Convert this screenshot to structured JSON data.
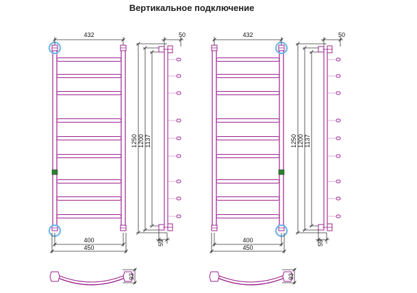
{
  "title": "Вертикальное подключение",
  "colors": {
    "frame": "#9b1f8e",
    "frame_light": "#cf7fc6",
    "connection_ring": "#6eb6ea",
    "line": "#333333",
    "marker": "#2e7d32"
  },
  "views": [
    {
      "id": "left",
      "connection_side": "left",
      "dimensions": {
        "top_width": "432",
        "side_depth": "50",
        "height_total": "1250",
        "height_mid": "1200",
        "height_inner": "1137",
        "bottom_axis": "400",
        "bottom_total": "450",
        "bottom_offset": "59",
        "plan_depth": "93"
      }
    },
    {
      "id": "right",
      "connection_side": "right",
      "dimensions": {
        "top_width": "432",
        "side_depth": "50",
        "height_total": "1250",
        "height_mid": "1200",
        "height_inner": "1137",
        "bottom_axis": "400",
        "bottom_total": "450",
        "bottom_offset": "59",
        "plan_depth": "93"
      }
    }
  ]
}
